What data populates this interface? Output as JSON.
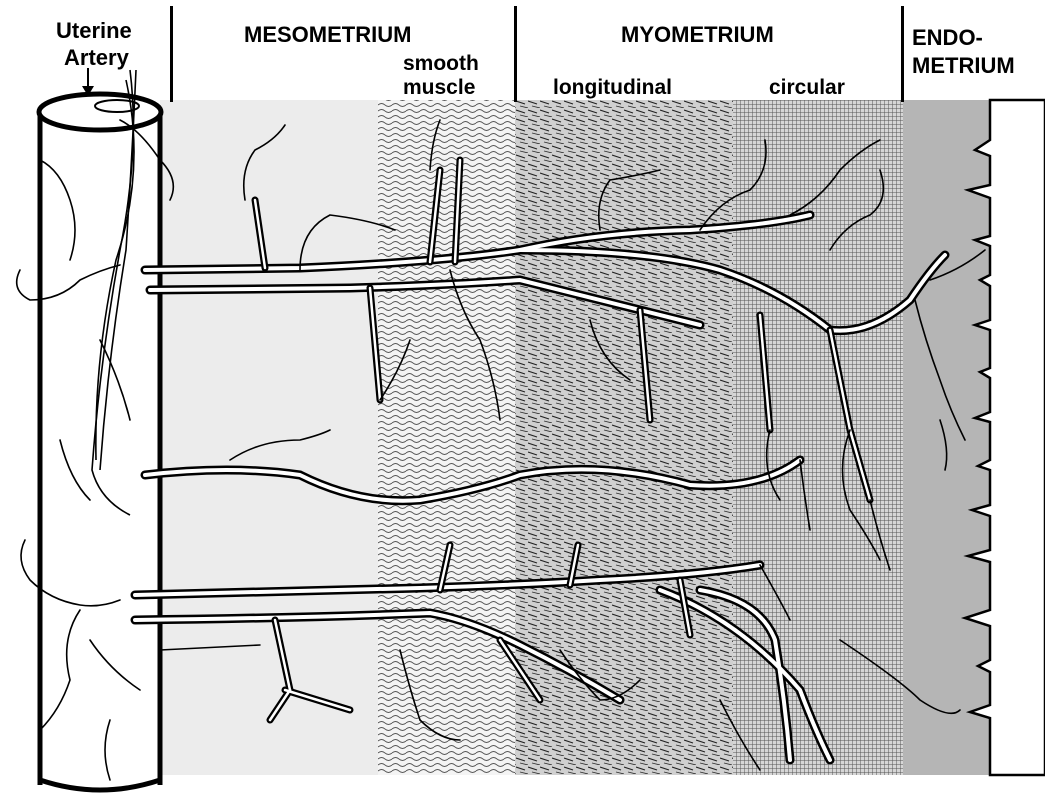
{
  "labels": {
    "uterine_artery_line1": "Uterine",
    "uterine_artery_line2": "Artery",
    "mesometrium": "MESOMETRIUM",
    "smooth_line1": "smooth",
    "smooth_line2": "muscle",
    "myometrium": "MYOMETRIUM",
    "longitudinal": "longitudinal",
    "circular": "circular",
    "endometrium_line1": "ENDO-",
    "endometrium_line2": "METRIUM"
  },
  "colors": {
    "mesometrium_fill": "#ececec",
    "smooth_fill": "#f2f2f2",
    "longitudinal_fill": "#c9c9c9",
    "circular_fill": "#bdbdbd",
    "endometrium_fill": "#b5b5b5",
    "vessel": "#000000"
  }
}
